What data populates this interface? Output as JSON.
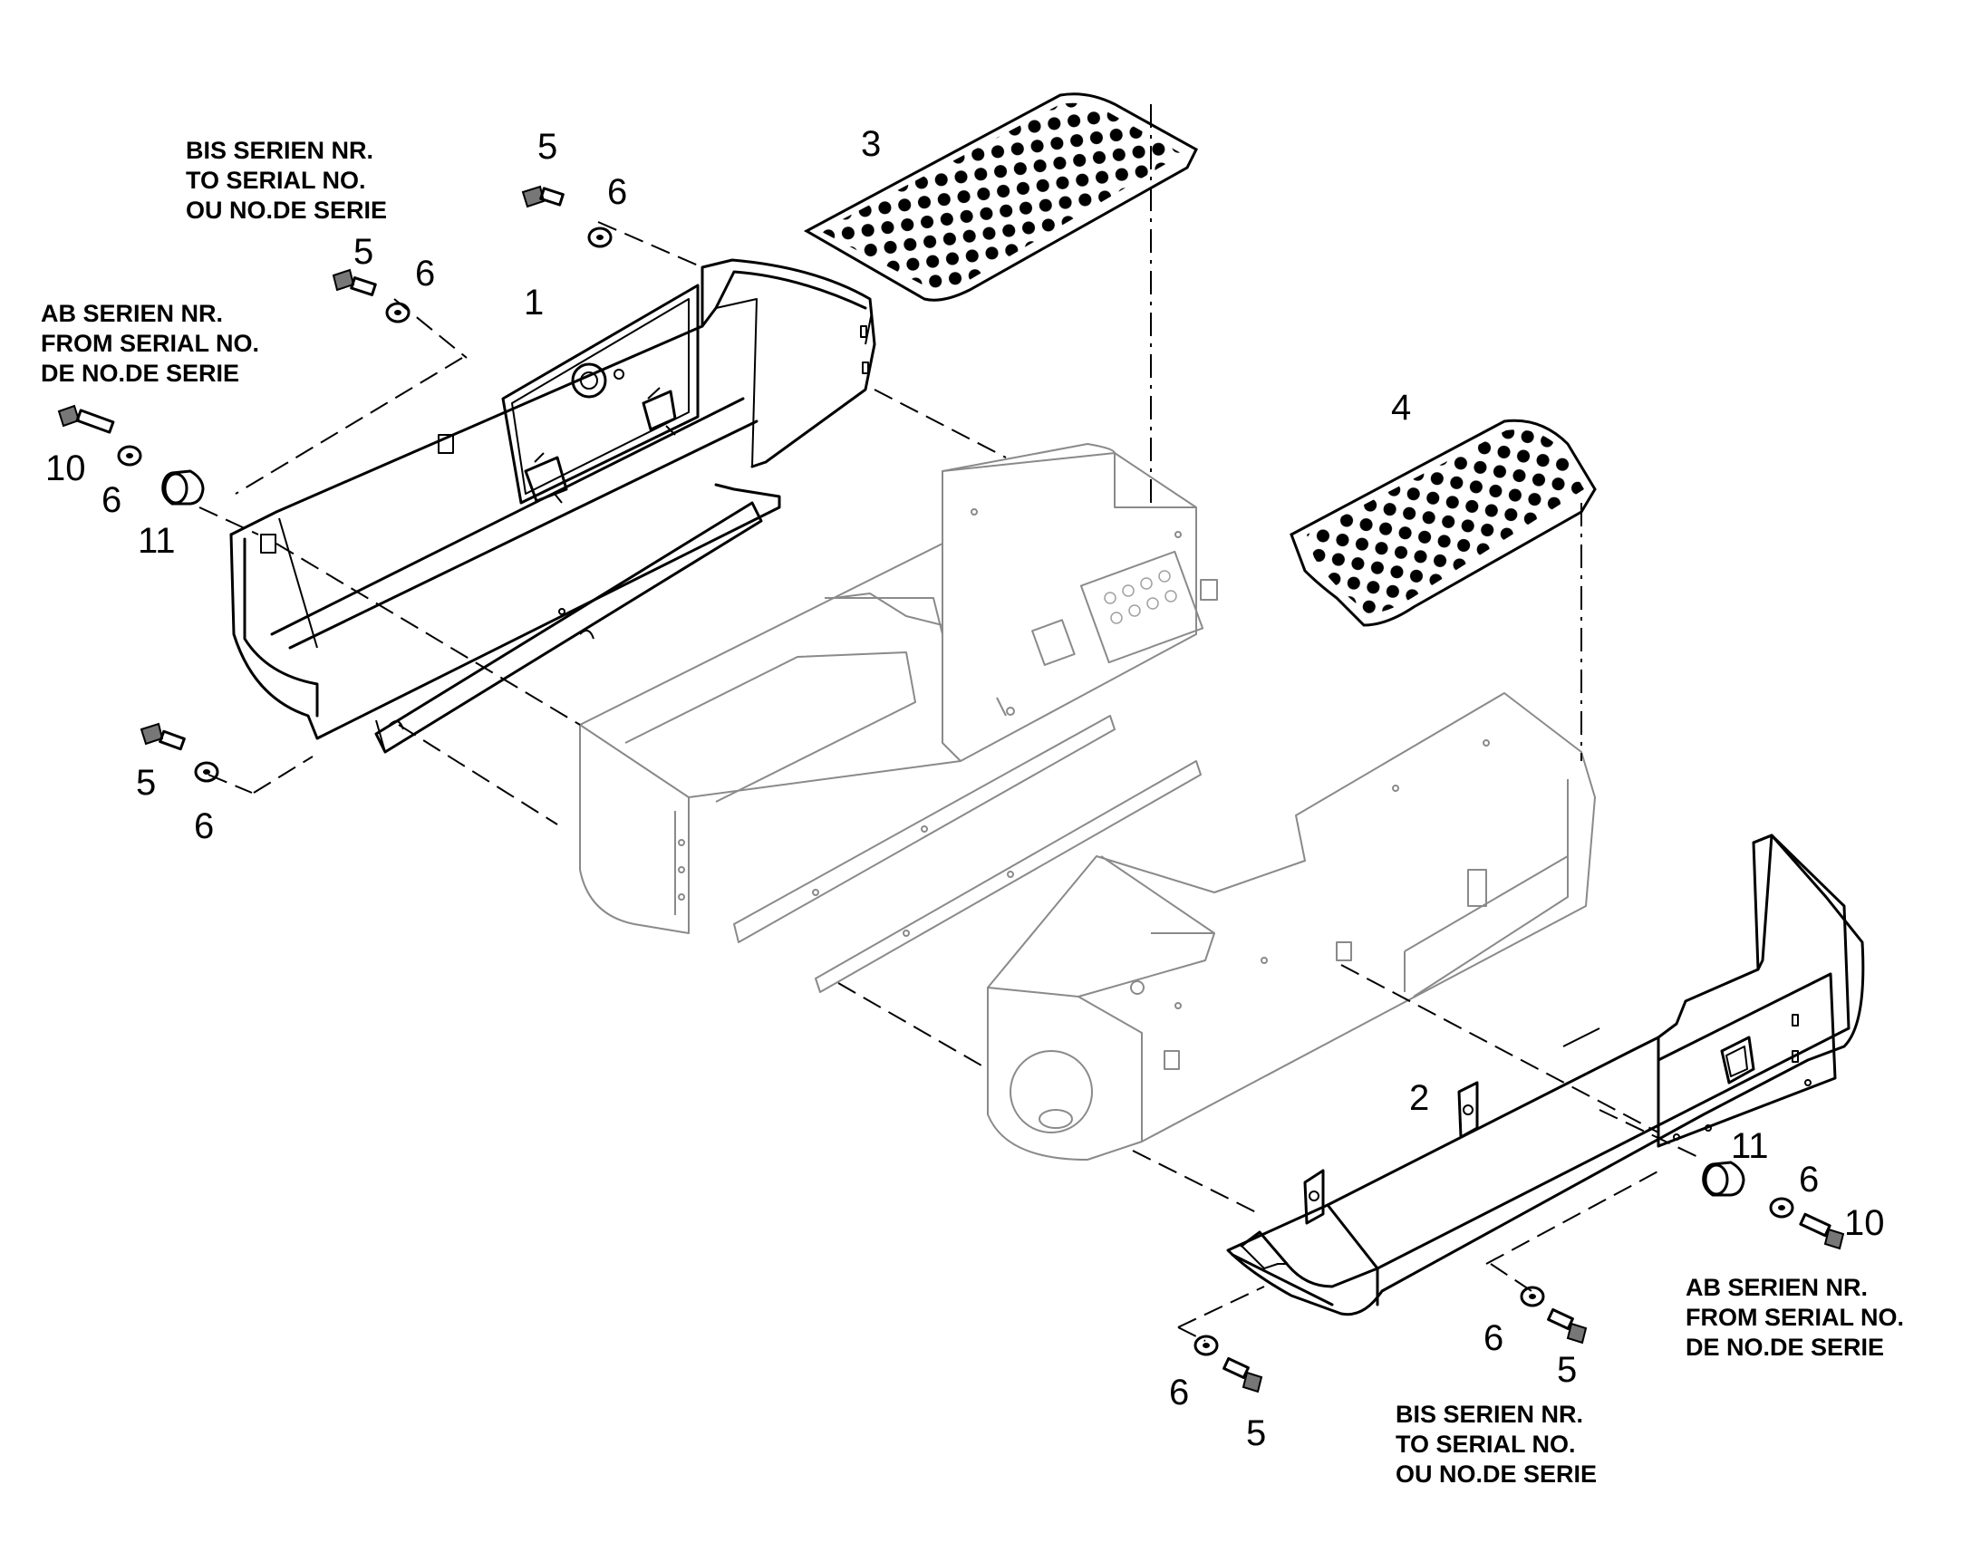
{
  "callouts": {
    "item1": "1",
    "item2": "2",
    "item3": "3",
    "item4": "4",
    "item5": "5",
    "item6": "6",
    "item10": "10",
    "item11": "11"
  },
  "notes": {
    "to_serial": [
      "BIS SERIEN NR.",
      "TO SERIAL NO.",
      "OU NO.DE SERIE"
    ],
    "from_serial": [
      "AB SERIEN NR.",
      "FROM SERIAL NO.",
      "DE NO.DE SERIE"
    ]
  }
}
